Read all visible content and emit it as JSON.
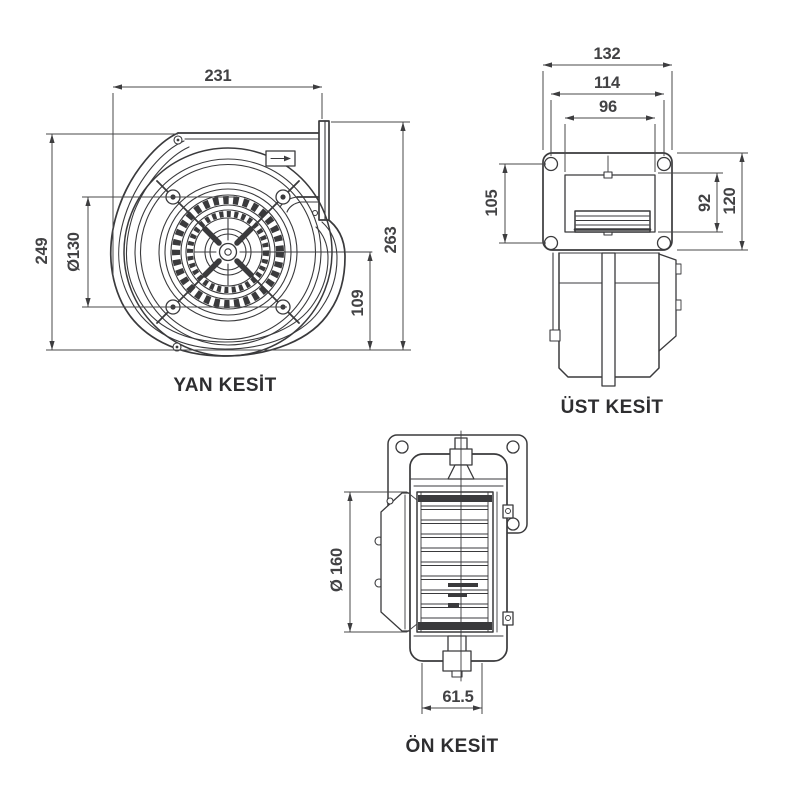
{
  "drawing": {
    "background_color": "#ffffff",
    "line_color": "#3a3a3c",
    "dimension_color": "#48484a",
    "description": "Centrifugal fan technical drawing, three orthographic section views with dimensions"
  },
  "views": {
    "side": {
      "title": "YAN KESİT",
      "dims": {
        "width": "231",
        "height": "249",
        "bolt_circle": "Ø130",
        "center_to_base": "109",
        "total_height": "263"
      }
    },
    "top": {
      "title": "ÜST KESİT",
      "dims": {
        "flange_width": "132",
        "hole_spacing": "114",
        "opening_width": "96",
        "hole_spacing_vertical": "105",
        "opening_height": "92",
        "flange_height": "120"
      }
    },
    "front": {
      "title": "ÖN KESİT",
      "dims": {
        "impeller_diameter": "Ø 160",
        "outlet_width": "61.5"
      }
    }
  }
}
